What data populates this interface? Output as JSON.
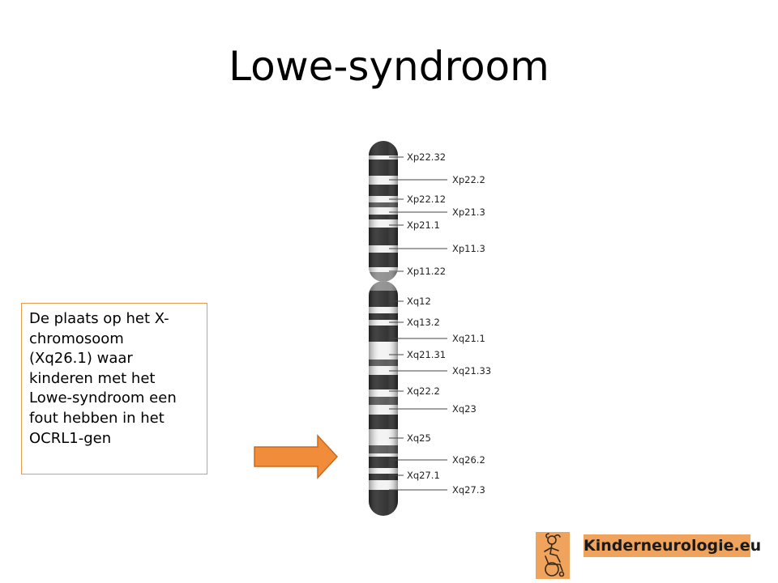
{
  "slide": {
    "title": "Lowe-syndroom",
    "callout_lines": [
      "De plaats op het X-",
      "chromosoom",
      "(Xq26.1) waar",
      "kinderen met het",
      "Lowe-syndroom een",
      "fout hebben in het",
      "OCRL1-gen"
    ]
  },
  "chromosome": {
    "p_arm_labels": [
      "Xp22.32",
      "Xp22.2",
      "Xp22.12",
      "Xp21.3",
      "Xp21.1",
      "Xp11.3",
      "Xp11.22"
    ],
    "q_arm_labels": [
      "Xq12",
      "Xq13.2",
      "Xq21.1",
      "Xq21.31",
      "Xq21.33",
      "Xq22.2",
      "Xq23",
      "Xq25",
      "Xq26.2",
      "Xq27.1",
      "Xq27.3"
    ]
  },
  "colors": {
    "arrow_fill": "#f08c3a",
    "arrow_stroke": "#c96a1e",
    "callout_border": "#e89a50",
    "brand_bg": "#f0a35c",
    "dark_band": "#2b2b2b"
  },
  "branding": {
    "site_name": "Kinderneurologie.eu",
    "logo_icon": "child-wheelchair-logo"
  }
}
